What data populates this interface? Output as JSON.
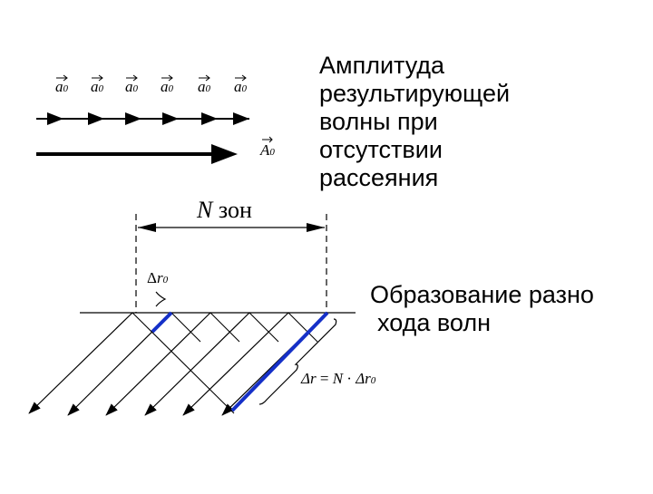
{
  "amplitude_text": {
    "lines": [
      "Амплитуда",
      "результирующей",
      "волны при",
      "отсутствии",
      "рассеяния"
    ]
  },
  "path_text": {
    "line1": "Образование разно",
    "line2": "хода волн"
  },
  "vectors": {
    "small_symbol": "a",
    "small_sub": "0",
    "big_symbol": "A",
    "big_sub": "0",
    "count": 6
  },
  "zones_label": {
    "n": "N",
    "word": "зон"
  },
  "delta_r0": {
    "delta": "Δ",
    "r": "r",
    "sub": "0"
  },
  "formula": {
    "lhs": "Δr",
    "eq": "=",
    "n": "N",
    "dot": "·",
    "rhs": "Δr",
    "sub": "0"
  },
  "colors": {
    "ink": "#000000",
    "highlight": "#1530c8"
  }
}
